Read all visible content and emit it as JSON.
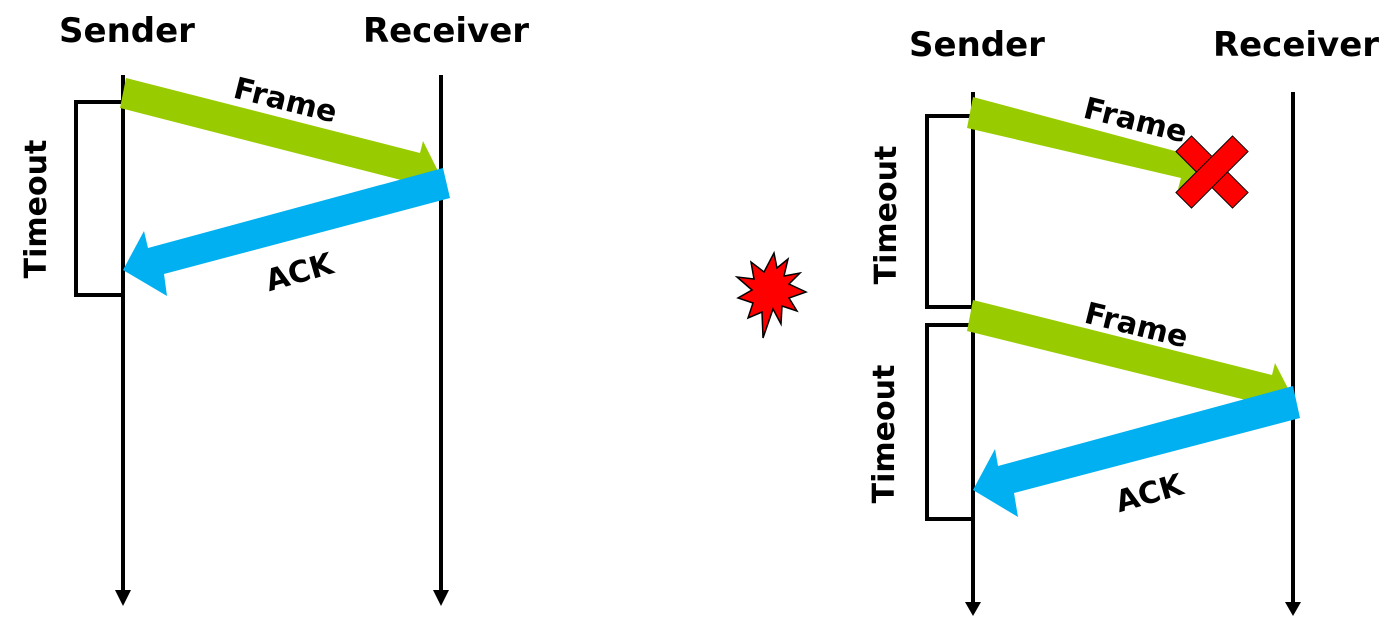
{
  "colors": {
    "frame_arrow": "#99CC00",
    "ack_arrow": "#00B0F0",
    "line": "#000000",
    "loss_mark": "#FF0000",
    "background": "#FFFFFF"
  },
  "left_scenario": {
    "sender_label": "Sender",
    "receiver_label": "Receiver",
    "frame_label": "Frame",
    "ack_label": "ACK",
    "timeout_label": "Timeout"
  },
  "right_scenario": {
    "sender_label": "Sender",
    "receiver_label": "Receiver",
    "frame1_label": "Frame",
    "frame2_label": "Frame",
    "ack_label": "ACK",
    "timeout1_label": "Timeout",
    "timeout2_label": "Timeout"
  },
  "icons": {
    "loss_mark": "red-x-icon",
    "event_burst": "red-starburst-icon"
  }
}
